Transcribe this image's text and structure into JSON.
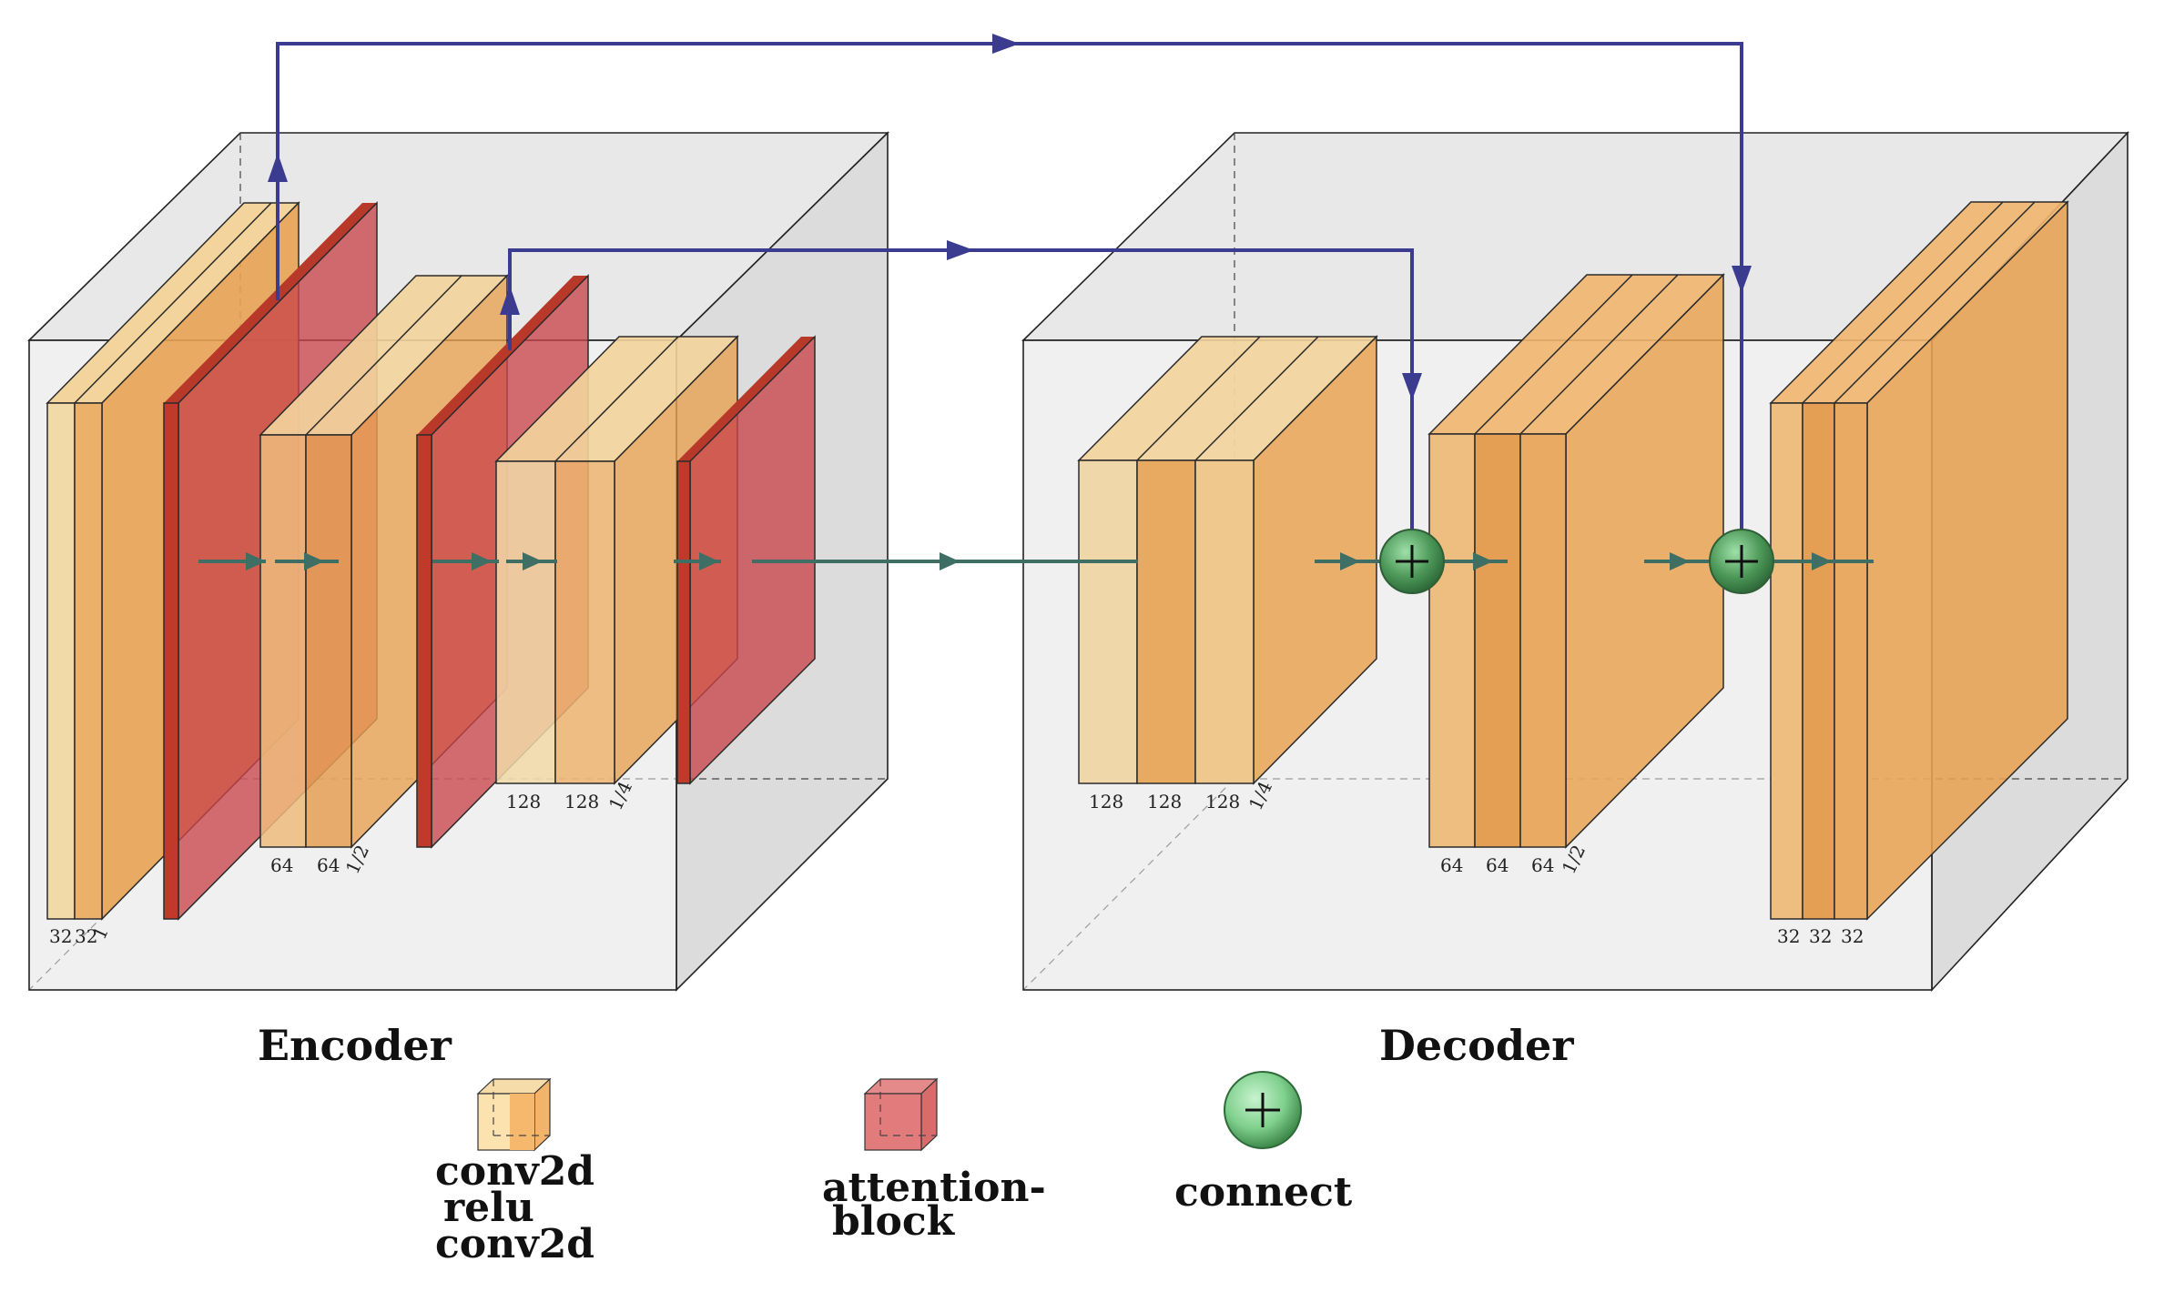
{
  "colors": {
    "box_face": "#d9d9d9",
    "conv_fill": "#e8a050",
    "conv_light": "#f1d49a",
    "attention_fill": "#c0392b",
    "connect_fill": "#4e9a5a",
    "skip_arrow": "#3b3b8f",
    "flow_arrow": "#3f6e64"
  },
  "encoder": {
    "title": "Encoder",
    "blocks": [
      {
        "name": "enc-block-1",
        "labels": [
          "32",
          "32",
          "1"
        ]
      },
      {
        "name": "enc-block-2",
        "labels": [
          "64",
          "64",
          "1/2"
        ]
      },
      {
        "name": "enc-block-3",
        "labels": [
          "128",
          "128",
          "1/4"
        ]
      }
    ]
  },
  "decoder": {
    "title": "Decoder",
    "blocks": [
      {
        "name": "dec-block-1",
        "labels": [
          "128",
          "128",
          "128",
          "1/4"
        ]
      },
      {
        "name": "dec-block-2",
        "labels": [
          "64",
          "64",
          "64",
          "1/2"
        ]
      },
      {
        "name": "dec-block-3",
        "labels": [
          "32",
          "32",
          "32"
        ]
      }
    ]
  },
  "icons": {
    "connect": "plus-circle-icon",
    "flow": "arrow-right-icon"
  },
  "legend": {
    "conv": {
      "lines": [
        "conv2d",
        "relu",
        "conv2d"
      ]
    },
    "attention": {
      "lines": [
        "attention-",
        "block"
      ]
    },
    "connect": {
      "lines": [
        "connect"
      ]
    }
  }
}
